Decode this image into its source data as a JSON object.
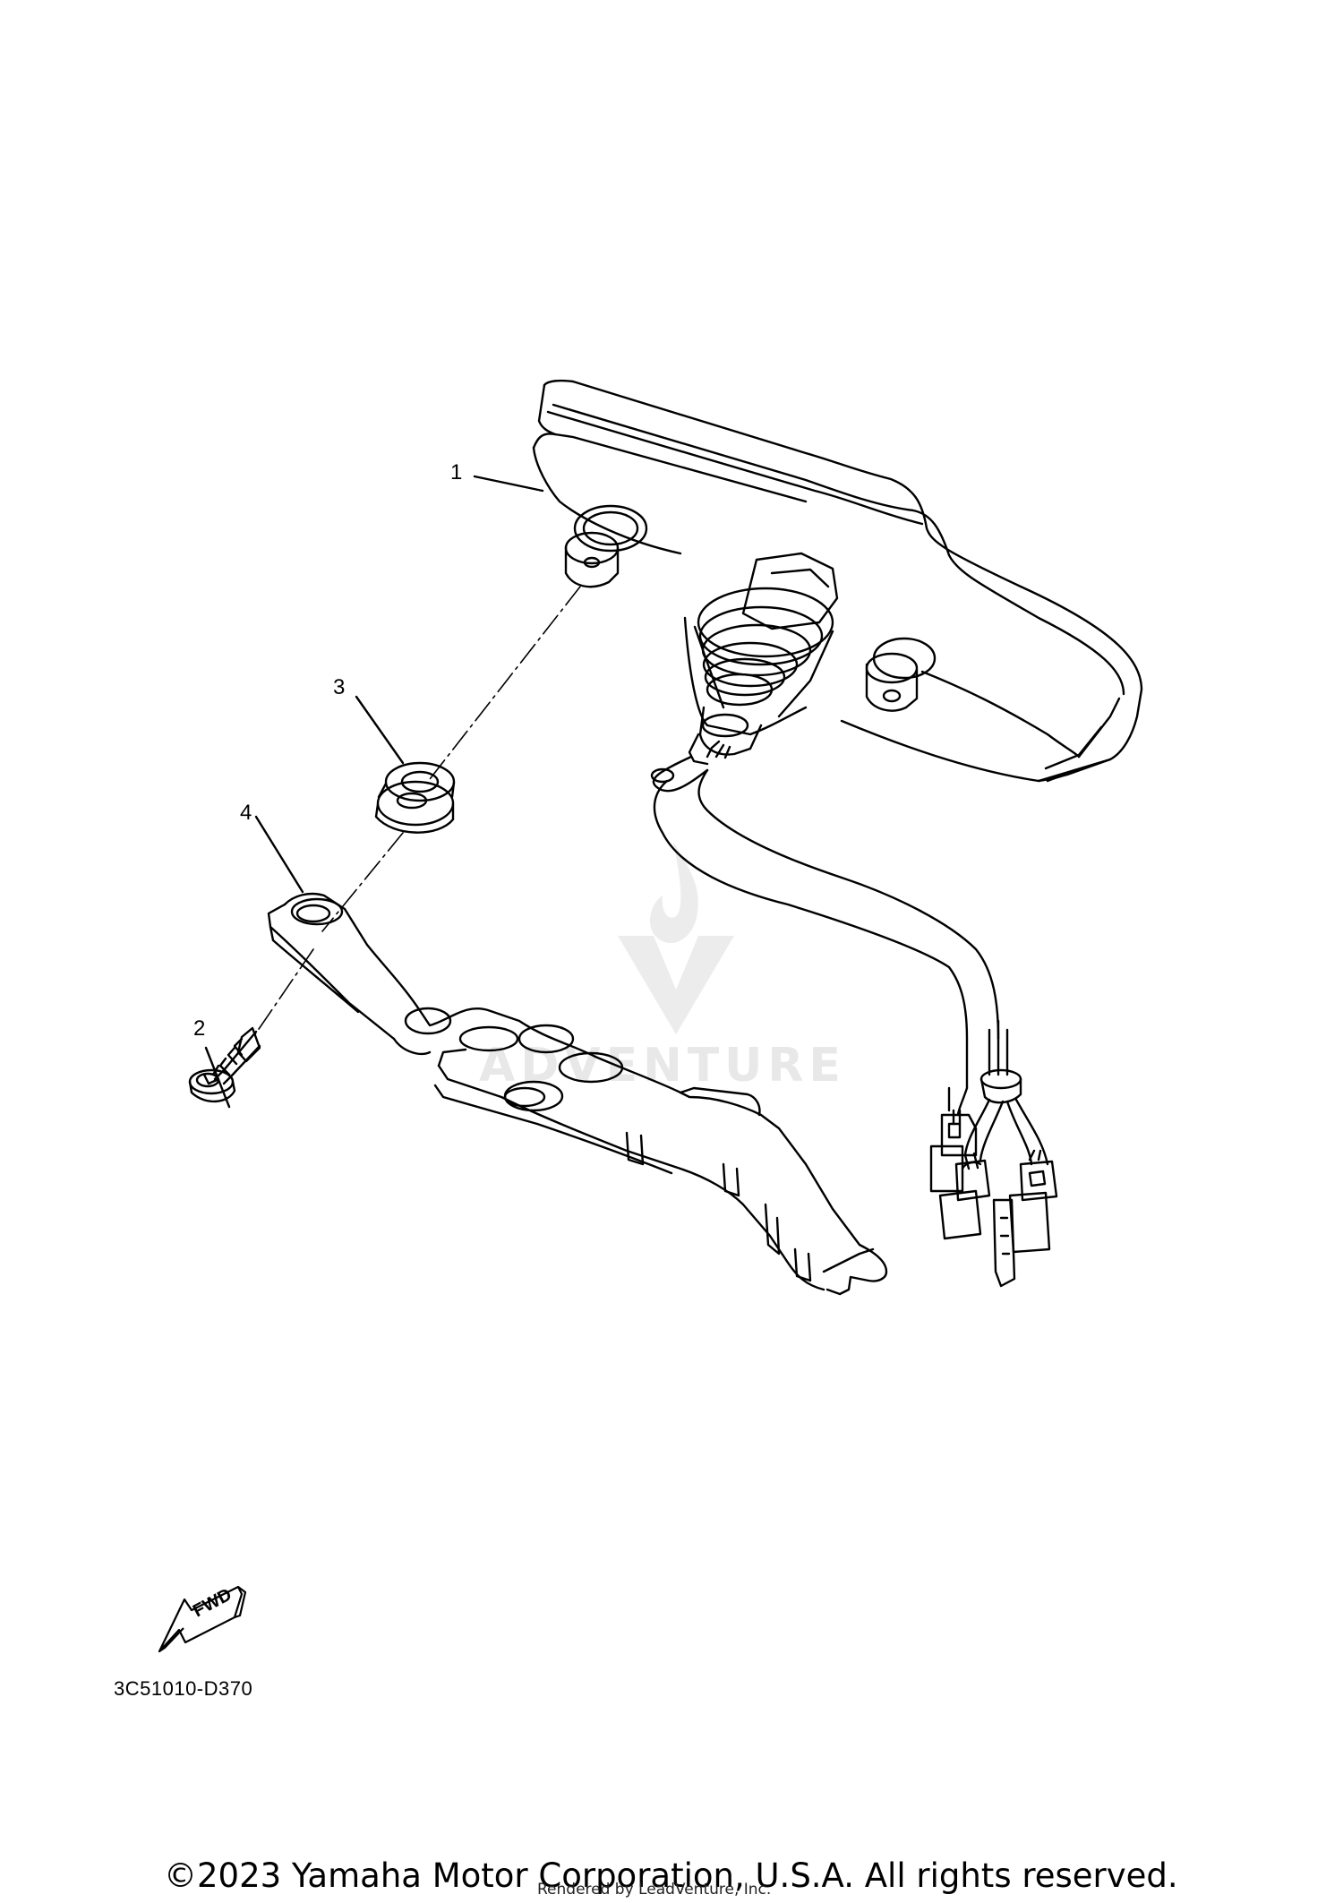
{
  "callouts": {
    "part_1": "1",
    "part_2": "2",
    "part_3": "3",
    "part_4": "4"
  },
  "fwd_indicator": {
    "label": "FWD",
    "icon": "forward-arrow-icon"
  },
  "drawing_code": "3C51010-D370",
  "copyright": "©2023 Yamaha Motor Corporation, U.S.A. All rights reserved.",
  "rendered_by": "Rendered by LeadVenture, Inc.",
  "watermark": {
    "text": "ADVENTURE",
    "icon": "leadventure-flame-logo"
  },
  "colors": {
    "line": "#000000",
    "background": "#ffffff",
    "watermark": "#e8e8e8"
  }
}
